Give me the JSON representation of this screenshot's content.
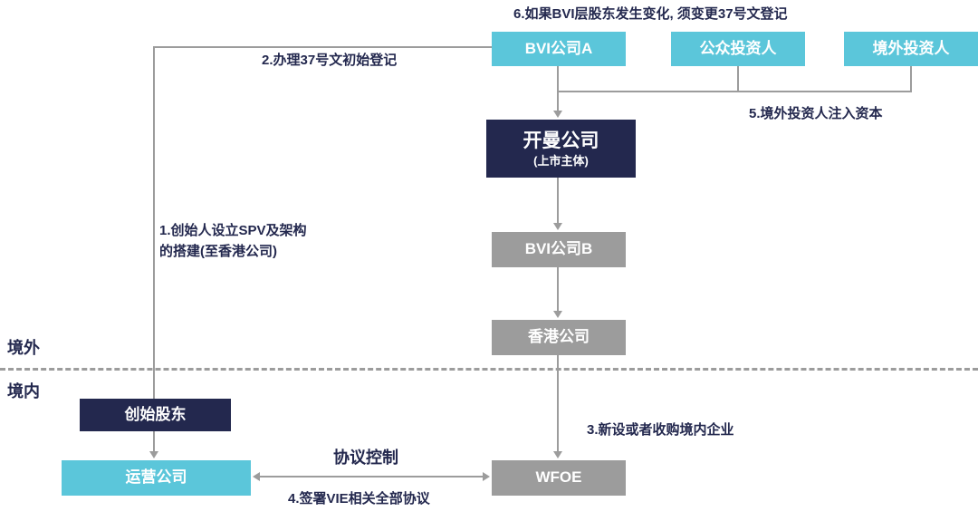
{
  "colors": {
    "cyan": "#5bc6da",
    "navy": "#23284e",
    "gray_box": "#9c9c9c",
    "line": "#9c9c9c",
    "label_text": "#23284e"
  },
  "regions": {
    "offshore": "境外",
    "onshore": "境内"
  },
  "nodes": {
    "bvi_a": "BVI公司A",
    "public_investors": "公众投资人",
    "offshore_investors": "境外投资人",
    "cayman_title": "开曼公司",
    "cayman_subtitle": "(上市主体)",
    "bvi_b": "BVI公司B",
    "hong_kong": "香港公司",
    "wfoe": "WFOE",
    "founding_shareholders": "创始股东",
    "operating_company": "运营公司"
  },
  "labels": {
    "step1_line1": "1.创始人设立SPV及架构",
    "step1_line2": "的搭建(至香港公司)",
    "step2": "2.办理37号文初始登记",
    "step3": "3.新设或者收购境内企业",
    "step4": "4.签署VIE相关全部协议",
    "step5": "5.境外投资人注入资本",
    "step6": "6.如果BVI层股东发生变化, 须变更37号文登记",
    "vie_control": "协议控制"
  }
}
